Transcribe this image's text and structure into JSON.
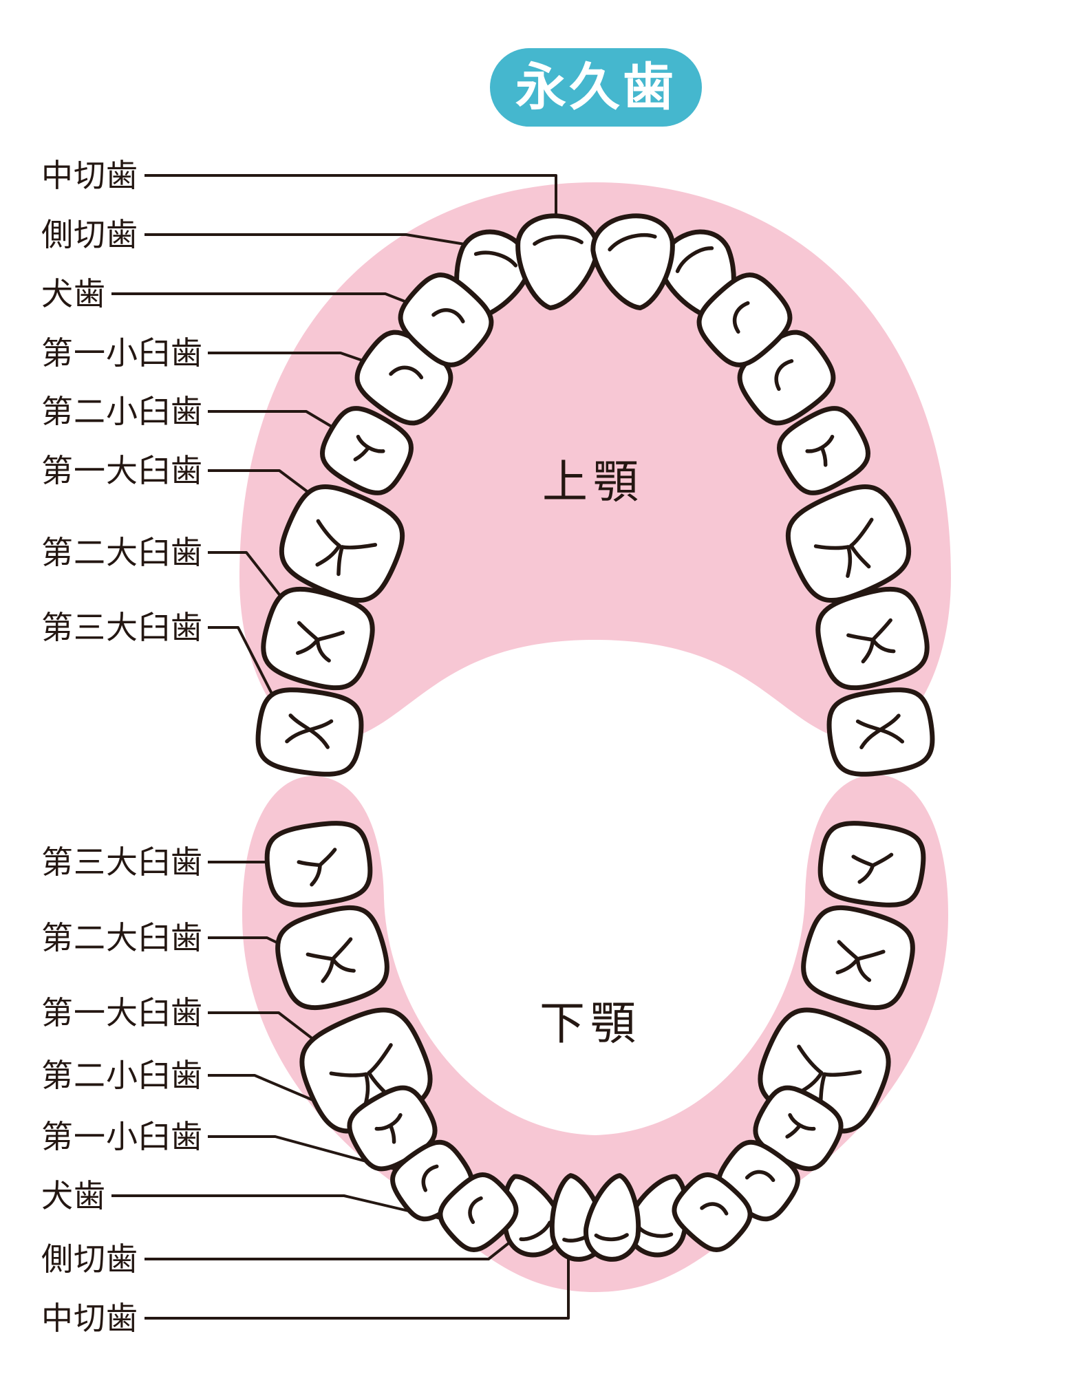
{
  "title": {
    "text": "永久歯"
  },
  "upper_jaw": {
    "name": "上顎",
    "labels": [
      "中切歯",
      "側切歯",
      "犬歯",
      "第一小臼歯",
      "第二小臼歯",
      "第一大臼歯",
      "第二大臼歯",
      "第三大臼歯"
    ]
  },
  "lower_jaw": {
    "name": "下顎",
    "labels": [
      "第三大臼歯",
      "第二大臼歯",
      "第一大臼歯",
      "第二小臼歯",
      "第一小臼歯",
      "犬歯",
      "側切歯",
      "中切歯"
    ]
  },
  "colors": {
    "gum_pink": "#F7C7D4",
    "title_teal": "#45B7CE",
    "ink": "#241712",
    "tooth_fill": "#FFFFFF",
    "title_text": "#FFFFFF"
  }
}
